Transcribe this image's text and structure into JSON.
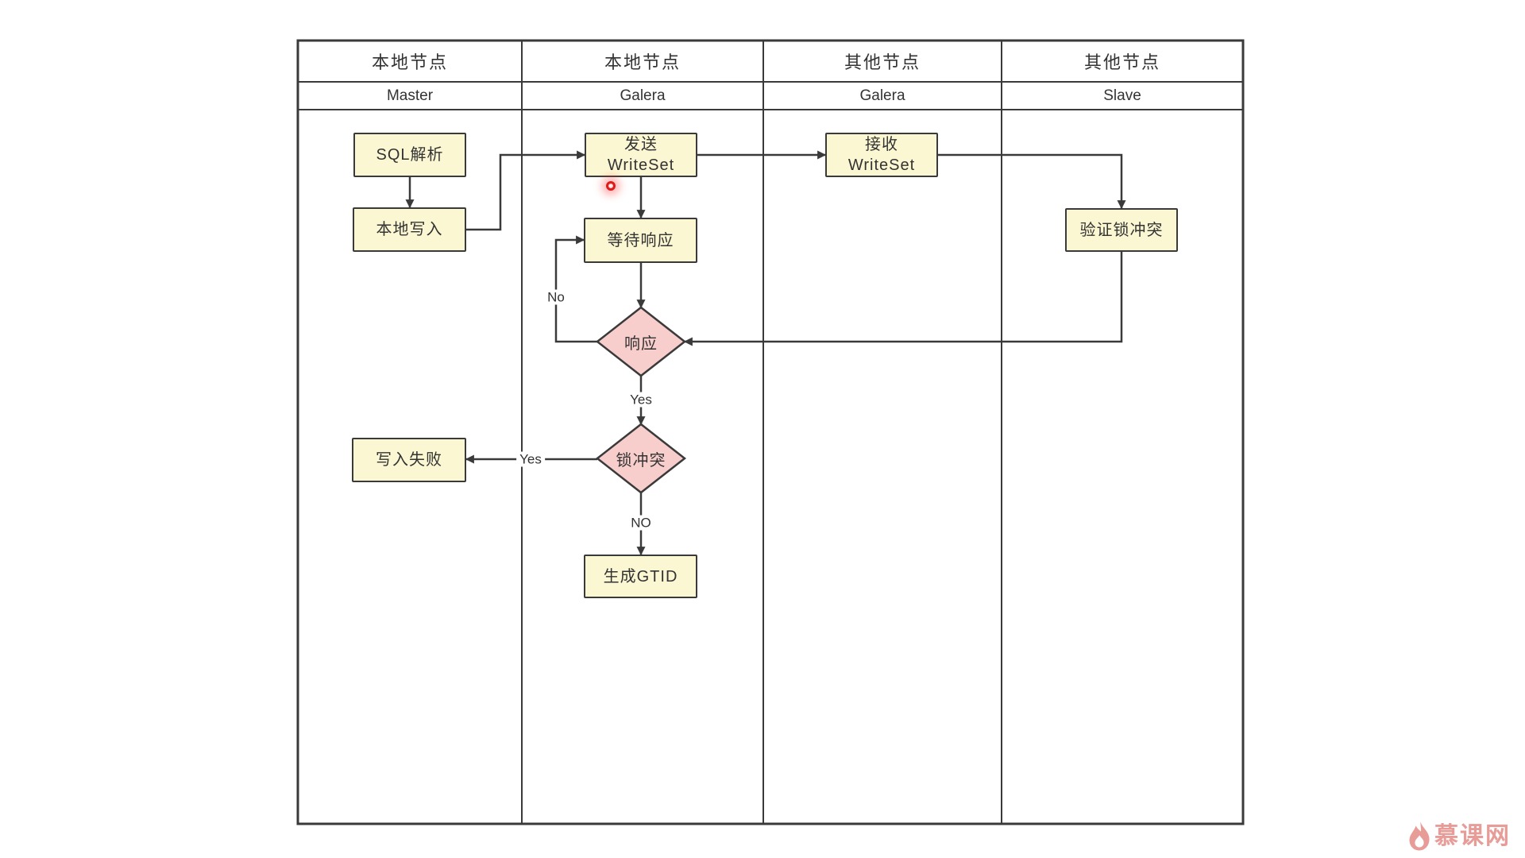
{
  "colors": {
    "node-fill": "#FCF7D3",
    "node-border": "#3A3A3A",
    "decision-fill": "#F8CECC",
    "line": "#3A3A3A",
    "text": "#333333",
    "pointer-red": "#DF1A1A",
    "watermark": "#E79C98",
    "background": "#FFFFFF"
  },
  "lanes": [
    {
      "title": "本地节点",
      "subtitle": "Master"
    },
    {
      "title": "本地节点",
      "subtitle": "Galera"
    },
    {
      "title": "其他节点",
      "subtitle": "Galera"
    },
    {
      "title": "其他节点",
      "subtitle": "Slave"
    }
  ],
  "nodes": {
    "sql_parse": {
      "label": "SQL解析"
    },
    "local_write": {
      "label": "本地写入"
    },
    "send_writeset": {
      "line1": "发送",
      "line2": "WriteSet"
    },
    "wait_response": {
      "label": "等待响应"
    },
    "recv_writeset": {
      "line1": "接收",
      "line2": "WriteSet"
    },
    "verify_lock": {
      "label": "验证锁冲突"
    },
    "write_fail": {
      "label": "写入失败"
    },
    "gen_gtid": {
      "label": "生成GTID"
    },
    "response_decision": {
      "label": "响应"
    },
    "lock_decision": {
      "label": "锁冲突"
    }
  },
  "edge_labels": {
    "response_no": "No",
    "response_yes": "Yes",
    "lock_yes": "Yes",
    "lock_no": "NO"
  },
  "watermark": {
    "text": "慕课网"
  }
}
